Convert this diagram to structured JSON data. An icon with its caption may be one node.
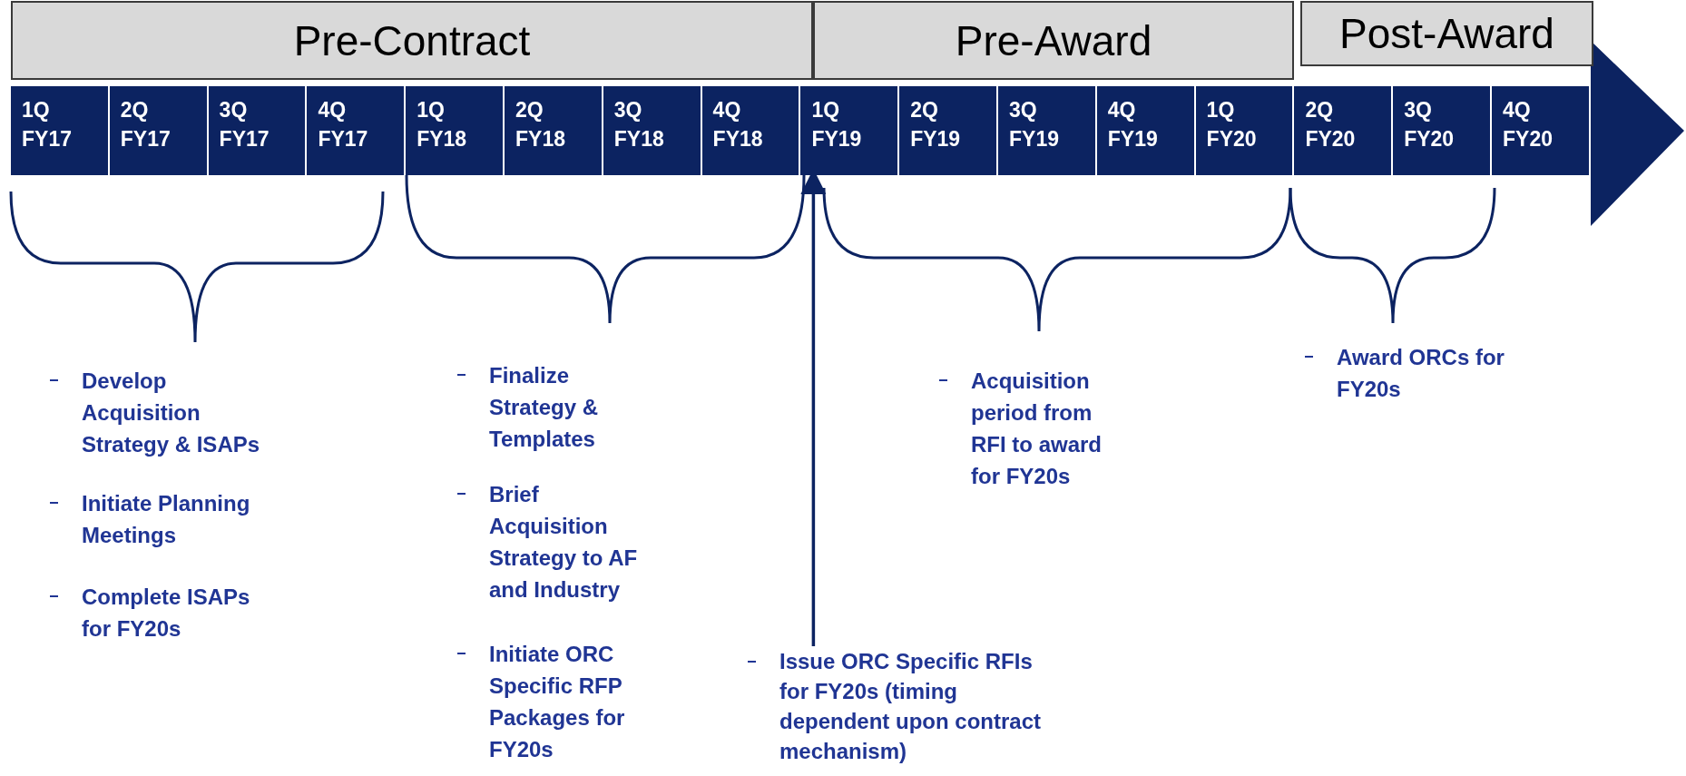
{
  "diagram": {
    "nodes": [
      {
        "text": [
          "Pre-Contract"
        ]
      },
      {
        "text": [
          "Pre-Award"
        ]
      },
      {
        "text": [
          "Post-Award"
        ]
      },
      {
        "text": [
          "1Q FY17"
        ]
      },
      {
        "text": [
          "2Q FY17"
        ]
      },
      {
        "text": [
          "3Q FY17"
        ]
      },
      {
        "text": [
          "4Q FY17"
        ]
      },
      {
        "text": [
          "1Q FY18"
        ]
      },
      {
        "text": [
          "2Q FY18"
        ]
      },
      {
        "text": [
          "3Q FY18"
        ]
      },
      {
        "text": [
          "4Q FY18"
        ]
      },
      {
        "text": [
          "1Q FY19"
        ]
      },
      {
        "text": [
          "2Q FY19"
        ]
      },
      {
        "text": [
          "3Q FY19"
        ]
      },
      {
        "text": [
          "4Q FY19"
        ]
      },
      {
        "text": [
          "1Q FY20"
        ]
      },
      {
        "text": [
          "2Q FY20"
        ]
      },
      {
        "text": [
          "3Q FY20"
        ]
      },
      {
        "text": [
          "4Q FY20"
        ]
      },
      {
        "text": [
          "Issue ORC Specific RFIs for FY20s (timing dependent upon contract mechanism)"
        ]
      }
    ],
    "edges": [
      {
        "from": 19,
        "to": 11,
        "arrow": "to"
      }
    ],
    "labels": [
      "Develop Acquisition Strategy & ISAPs",
      "Initiate Planning Meetings",
      "Complete ISAPs for FY20s",
      "Finalize Strategy & Templates",
      "Brief Acquisition Strategy to AF and Industry",
      "Initiate ORC Specific RFP Packages for FY20s",
      "Acquisition period from RFI to award for FY20s",
      "Award ORCs for FY20s"
    ]
  }
}
